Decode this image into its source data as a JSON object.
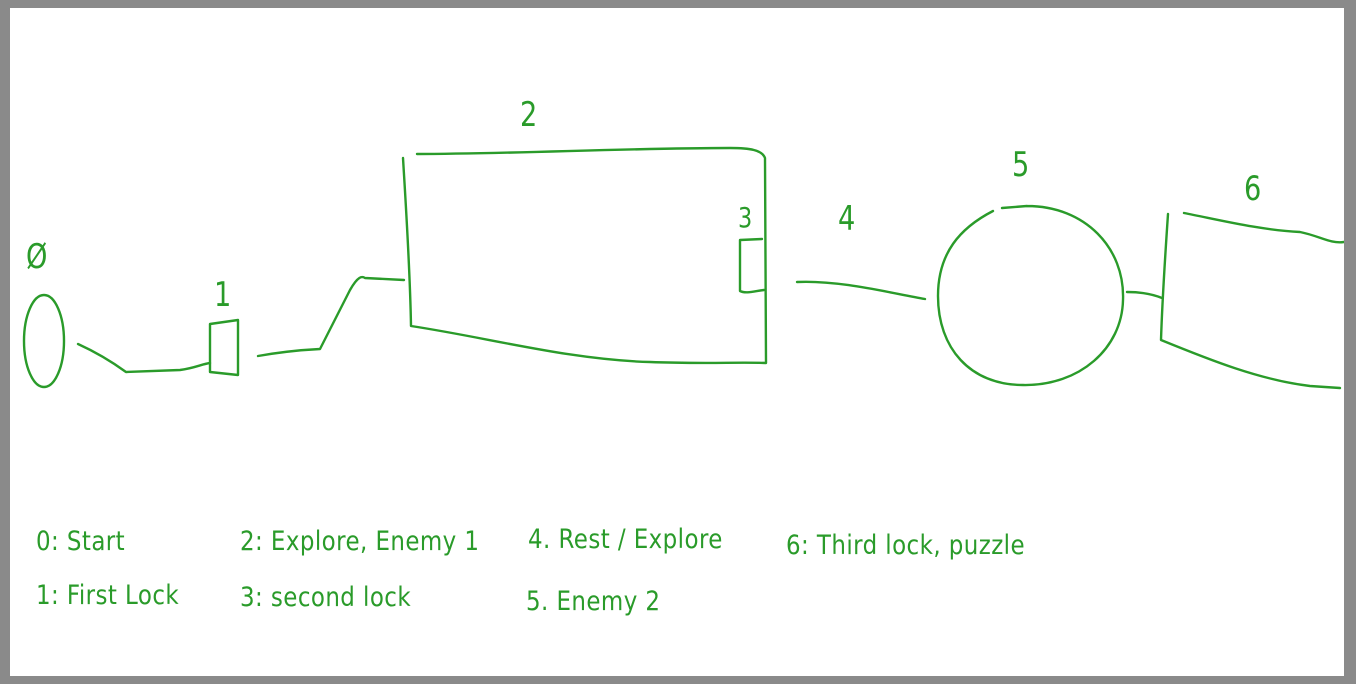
{
  "colors": {
    "ink": "#2a9b2a",
    "paper": "#ffffff",
    "frame": "#8a8a8a"
  },
  "node_labels": {
    "n0": "Ø",
    "n1": "1",
    "n2": "2",
    "n3": "3",
    "n4": "4",
    "n5": "5",
    "n6": "6"
  },
  "legend": [
    "0: Start",
    "1: First Lock",
    "2: Explore, Enemy 1",
    "3: second lock",
    "4. Rest / Explore",
    "5. Enemy 2",
    "6: Third lock, puzzle"
  ]
}
